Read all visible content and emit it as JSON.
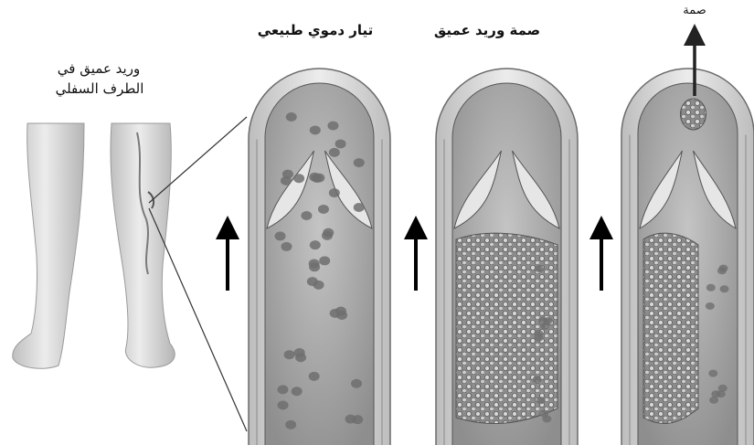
{
  "labels": {
    "leg_line1": "وريد عميق في",
    "leg_line2": "الطرف السفلي",
    "panel_normal": "تيار دموي طبيعي",
    "panel_clot": "صمة وريد عميق",
    "panel_embolus": "صمة"
  },
  "panels": [
    {
      "id": "normal-flow",
      "flow_direction": "up"
    },
    {
      "id": "deep-vein-thrombosis",
      "flow_direction": "up"
    },
    {
      "id": "embolus",
      "flow_direction": "up"
    }
  ],
  "colors": {
    "vein_wall": "#d9d9d9",
    "vein_wall_edge": "#6b6b6b",
    "lumen": "#a9a9a9",
    "blood_cell": "#6f6f6f",
    "clot": "#8a8a8a",
    "leg": "#dcdcdc",
    "arrow": "#000000"
  },
  "icons": {
    "flow_arrow": "up-arrow-icon",
    "embolus_arrow": "up-arrow-icon"
  }
}
